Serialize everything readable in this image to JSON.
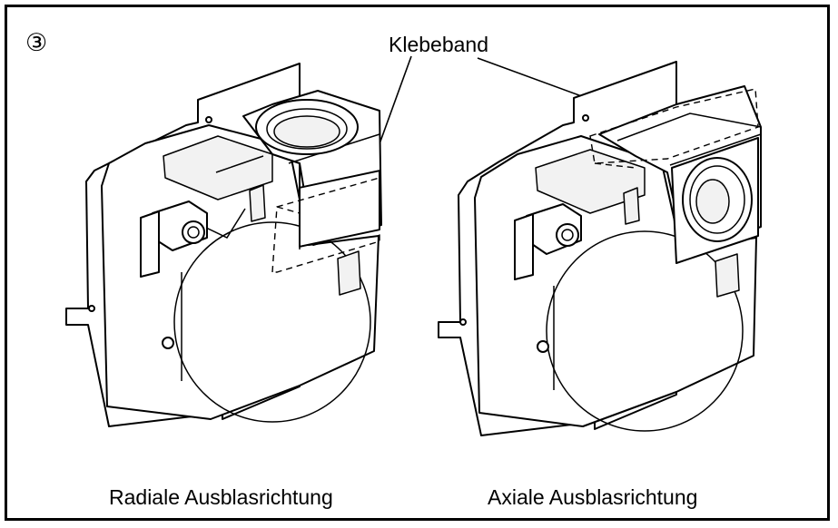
{
  "step_marker": "③",
  "callout_label": "Klebeband",
  "captions": {
    "left": "Radiale Ausblasrichtung",
    "right": "Axiale Ausblasrichtung"
  },
  "colors": {
    "line": "#000000",
    "fill": "#ffffff",
    "shade": "#f2f2f2"
  }
}
